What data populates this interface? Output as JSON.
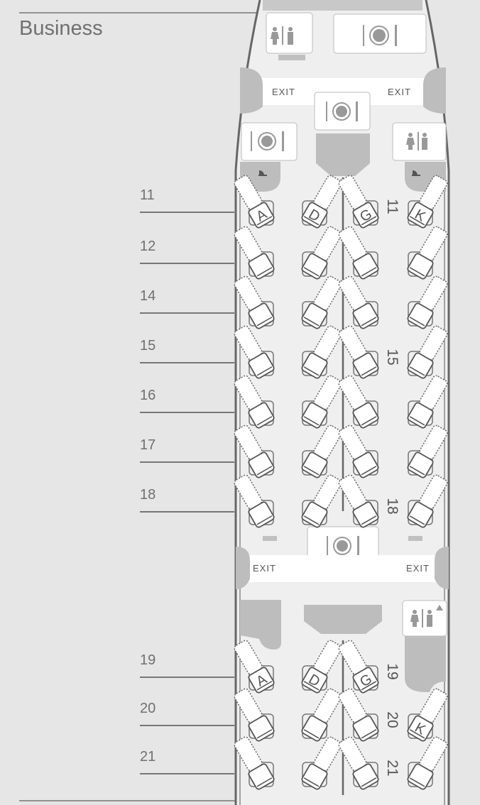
{
  "cabin": {
    "title": "Business"
  },
  "exits": {
    "label": "EXIT"
  },
  "colors": {
    "background": "#e6e6e6",
    "cabin_floor": "#efefef",
    "wall": "#666666",
    "fixture": "#bdbdbd",
    "seat_stroke": "#5a5a5a"
  },
  "rows": [
    {
      "number": "11",
      "seats": [
        "A",
        "D",
        "G",
        "K"
      ],
      "letters": true,
      "side_number": "11"
    },
    {
      "number": "12",
      "seats": [
        "A",
        "D",
        "G",
        "K"
      ],
      "letters": false,
      "side_number": null
    },
    {
      "number": "14",
      "seats": [
        "A",
        "D",
        "G",
        "K"
      ],
      "letters": false,
      "side_number": null
    },
    {
      "number": "15",
      "seats": [
        "A",
        "D",
        "G",
        "K"
      ],
      "letters": false,
      "side_number": "15"
    },
    {
      "number": "16",
      "seats": [
        "A",
        "D",
        "G",
        "K"
      ],
      "letters": false,
      "side_number": null
    },
    {
      "number": "17",
      "seats": [
        "A",
        "D",
        "G",
        "K"
      ],
      "letters": false,
      "side_number": null
    },
    {
      "number": "18",
      "seats": [
        "A",
        "D",
        "G",
        "K"
      ],
      "letters": false,
      "side_number": "18"
    },
    {
      "number": "19",
      "seats": [
        "A",
        "D",
        "G"
      ],
      "letters": true,
      "side_number": "19"
    },
    {
      "number": "20",
      "seats": [
        "A",
        "D",
        "G",
        "K"
      ],
      "letters": false,
      "letter_K": true,
      "side_number": "20"
    },
    {
      "number": "21",
      "seats": [
        "A",
        "D",
        "G",
        "K"
      ],
      "letters": false,
      "side_number": "21"
    }
  ],
  "facilities": [
    "lavatory-icon",
    "galley-icon",
    "galley-icon",
    "galley-icon",
    "lavatory-icon",
    "bassinet-icon",
    "bassinet-icon",
    "galley-icon",
    "lavatory-accessible-icon"
  ]
}
